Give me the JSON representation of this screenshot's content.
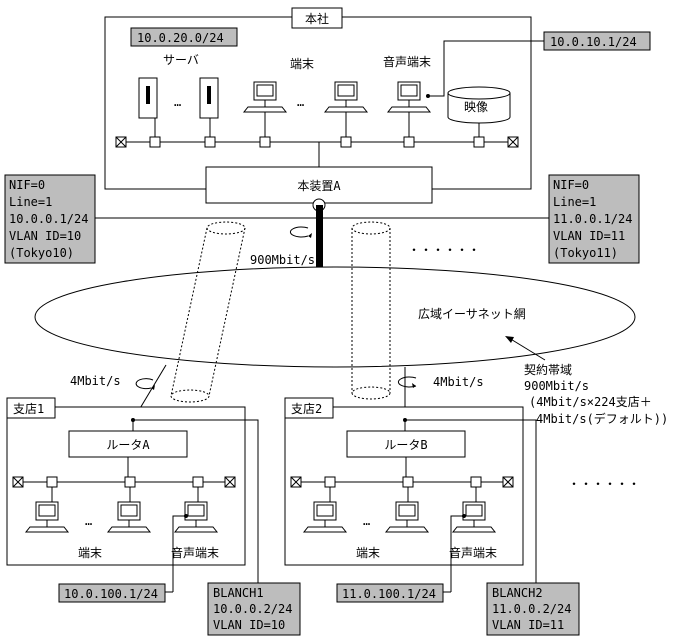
{
  "hq": {
    "title": "本社",
    "subnet": "10.0.20.0/24",
    "server_label": "サーバ",
    "terminal_label": "端末",
    "voice_label": "音声端末",
    "video_label": "映像",
    "voice_ip": "10.0.10.1/24",
    "ellipsis_server": "…",
    "ellipsis_terminal": "…",
    "device": "本装置A"
  },
  "left_if": [
    "NIF=0",
    "Line=1",
    "10.0.0.1/24",
    "VLAN ID=10",
    "(Tokyo10)"
  ],
  "right_if": [
    "NIF=0",
    "Line=1",
    "11.0.0.1/24",
    "VLAN ID=11",
    "(Tokyo11)"
  ],
  "uplink_bw": "900Mbit/s",
  "top_dots": "・・・・・・",
  "wan": "広域イーサネット網",
  "contract": [
    "契約帯域",
    "900Mbit/s",
    "(4Mbit/s×224支店＋",
    "4Mbit/s(デフォルト))"
  ],
  "branch1": {
    "title": "支店1",
    "bw": "4Mbit/s",
    "router": "ルータA",
    "terminal_label": "端末",
    "voice_label": "音声端末",
    "ellipsis": "…",
    "voice_ip": "10.0.100.1/24",
    "info": [
      "BLANCH1",
      "10.0.0.2/24",
      "VLAN ID=10"
    ]
  },
  "branch2": {
    "title": "支店2",
    "bw": "4Mbit/s",
    "router": "ルータB",
    "terminal_label": "端末",
    "voice_label": "音声端末",
    "ellipsis": "…",
    "voice_ip": "11.0.100.1/24",
    "info": [
      "BLANCH2",
      "11.0.0.2/24",
      "VLAN ID=11"
    ]
  },
  "bottom_dots": "・・・・・・"
}
